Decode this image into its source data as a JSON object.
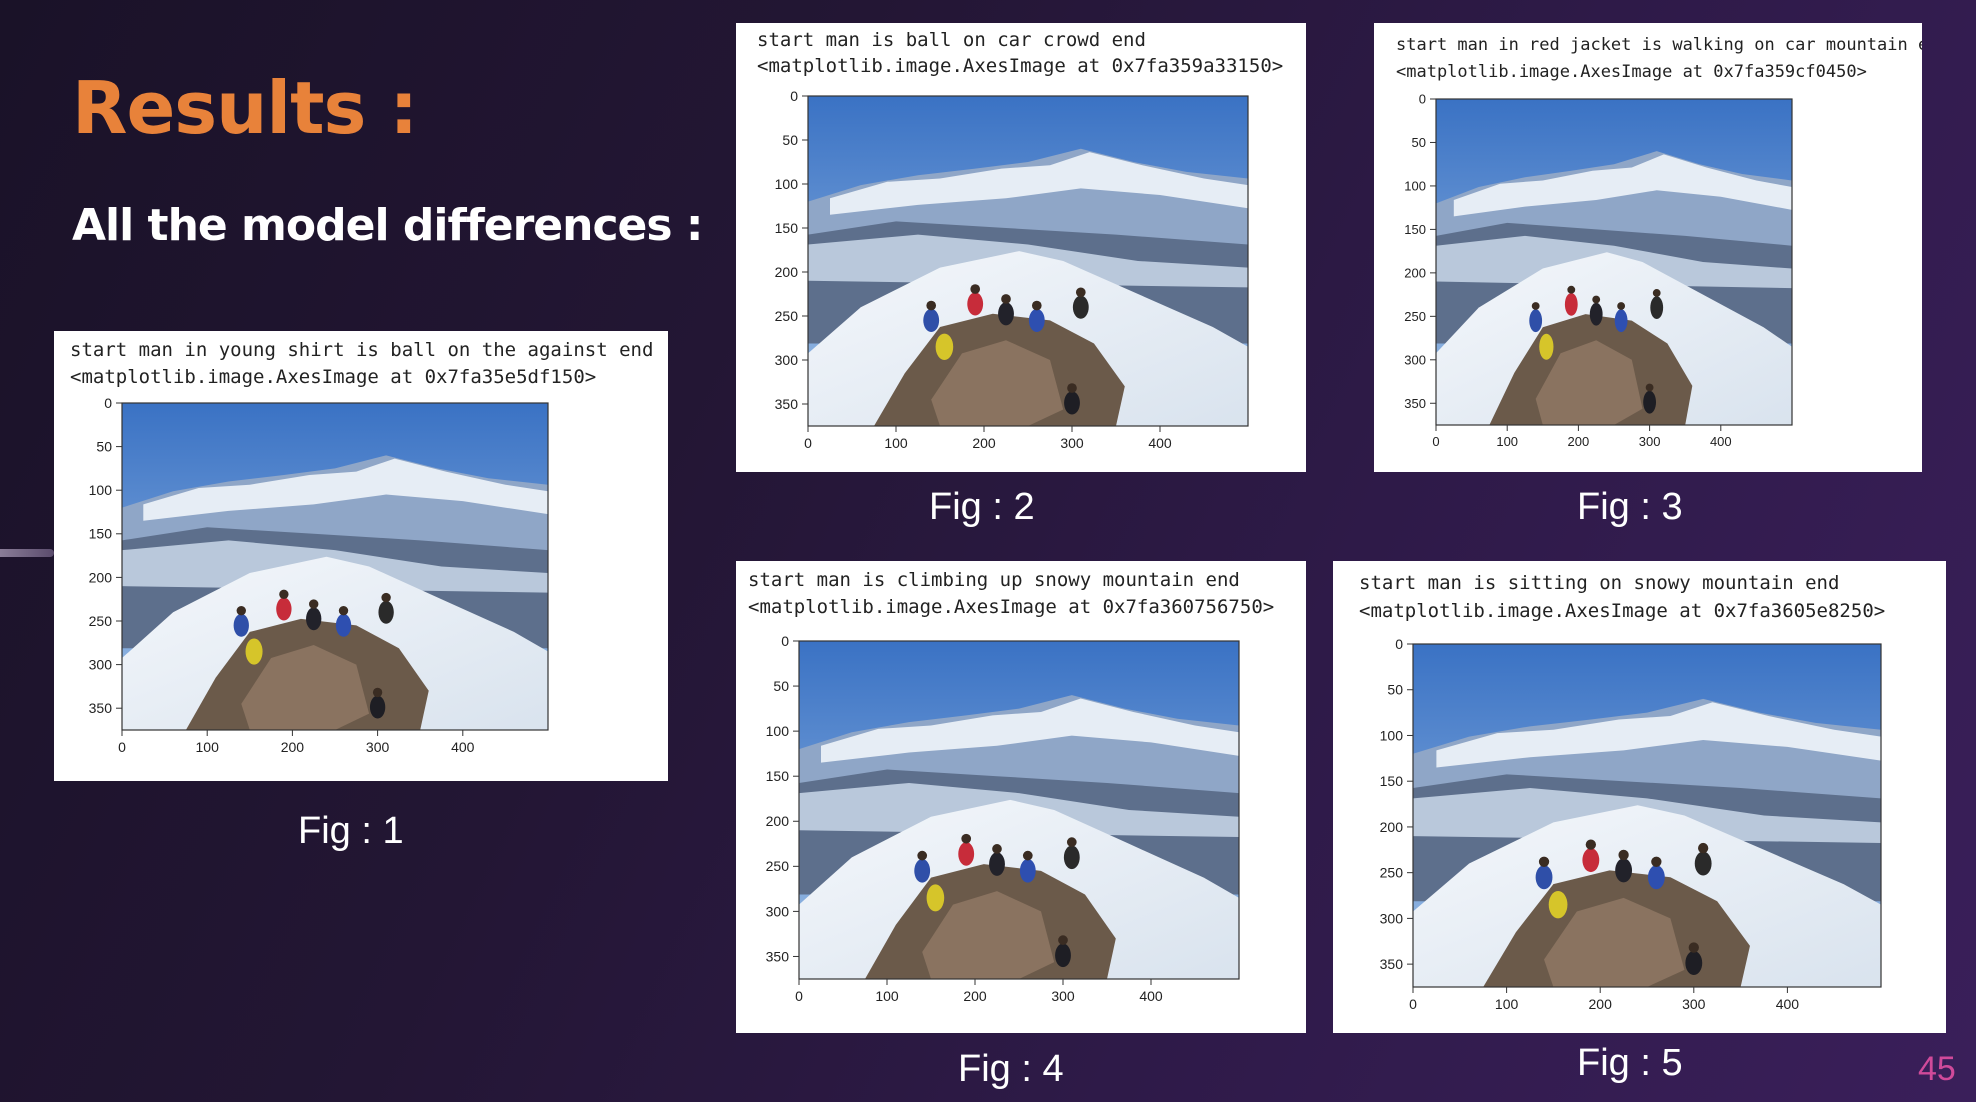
{
  "slide": {
    "title": "Results :",
    "subtitle": "All the model differences :",
    "page_number": "45",
    "colors": {
      "title": "#e8823a",
      "subtitle": "#ffffff",
      "page_number": "#d04a9a"
    }
  },
  "figures": [
    {
      "caption": "Fig : 1",
      "line1": "start man in young shirt is ball on the against end",
      "line2": "<matplotlib.image.AxesImage at 0x7fa35e5df150>"
    },
    {
      "caption": "Fig : 2",
      "line1": "start man is ball on car crowd end",
      "line2": "<matplotlib.image.AxesImage at 0x7fa359a33150>"
    },
    {
      "caption": "Fig : 3",
      "line1": "start man in red jacket is walking on car mountain end",
      "line2": "<matplotlib.image.AxesImage at 0x7fa359cf0450>"
    },
    {
      "caption": "Fig : 4",
      "line1": "start man is climbing up snowy mountain end",
      "line2": "<matplotlib.image.AxesImage at 0x7fa360756750>"
    },
    {
      "caption": "Fig : 5",
      "line1": "start man is sitting on snowy mountain end",
      "line2": "<matplotlib.image.AxesImage at 0x7fa3605e8250>"
    }
  ],
  "axes": {
    "y_ticks": [
      "0",
      "50",
      "100",
      "150",
      "200",
      "250",
      "300",
      "350"
    ],
    "x_ticks": [
      "0",
      "100",
      "200",
      "300",
      "400"
    ]
  }
}
